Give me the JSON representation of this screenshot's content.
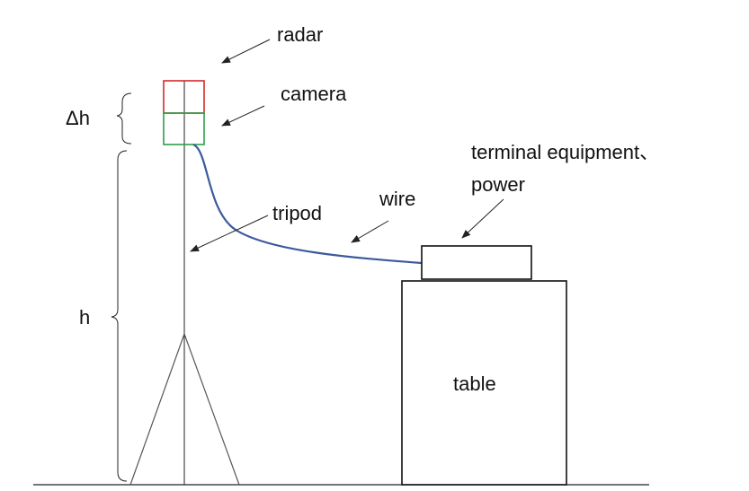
{
  "labels": {
    "radar": "radar",
    "camera": "camera",
    "delta_h": "Δh",
    "h": "h",
    "terminal_line1": "terminal equipment、",
    "terminal_line2": "power",
    "wire": "wire",
    "tripod": "tripod",
    "table": "table"
  },
  "colors": {
    "line": "#222222",
    "radar_box": "#d42a2a",
    "camera_box": "#2e9e4a",
    "wire": "#3a5a9c",
    "text": "#111111"
  }
}
